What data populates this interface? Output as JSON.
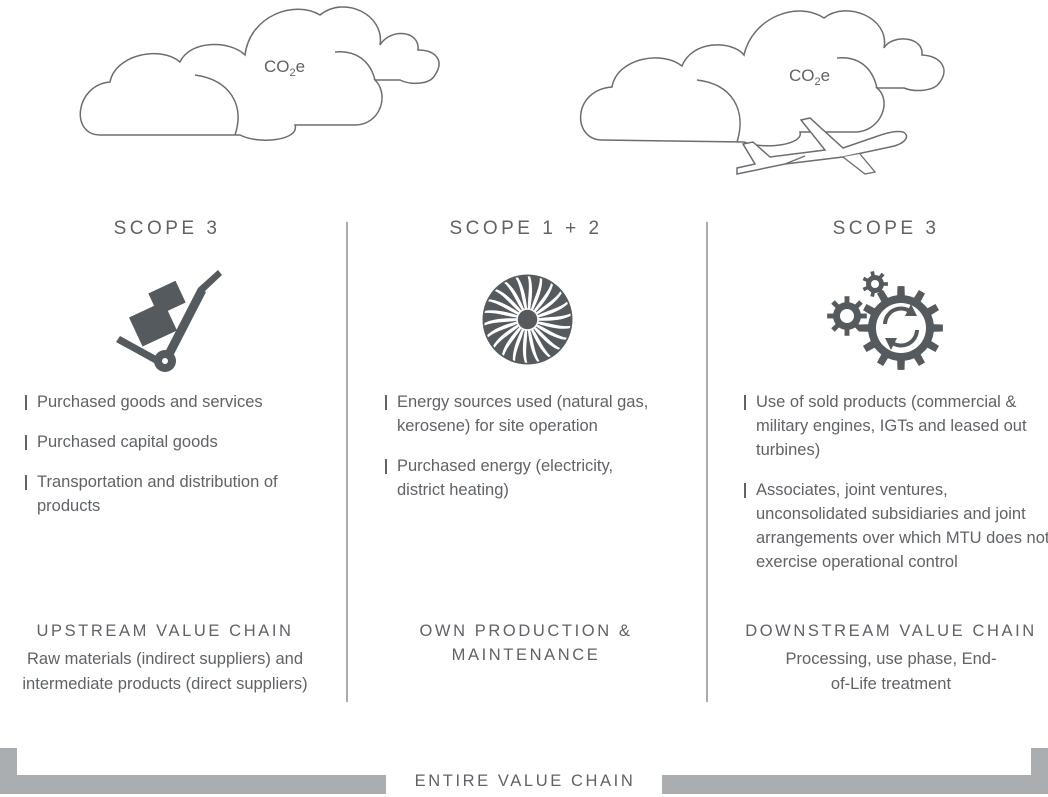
{
  "clouds": {
    "left_label": "CO2e",
    "right_label": "CO2e",
    "co2_main": "CO",
    "co2_sub": "2",
    "co2_tail": "e"
  },
  "columns": [
    {
      "scope": "SCOPE 3",
      "icon": "hand-truck-icon",
      "bullets": [
        "Purchased goods and services",
        "Purchased capital goods",
        "Transportation and distribution of products"
      ],
      "chain_title": "UPSTREAM VALUE CHAIN",
      "chain_desc": "Raw materials (indirect suppliers) and intermediate products (direct suppliers)"
    },
    {
      "scope": "SCOPE 1 + 2",
      "icon": "turbine-fan-icon",
      "bullets": [
        "Energy sources used (natural gas, kerosene) for site operation",
        "Purchased energy (electricity, district heating)"
      ],
      "chain_title": "OWN PRODUCTION & MAINTENANCE",
      "chain_desc": ""
    },
    {
      "scope": "SCOPE 3",
      "icon": "gears-cycle-icon",
      "bullets": [
        "Use of sold products (commercial & military engines, IGTs and leased out turbines)",
        "Associates, joint ventures, unconsolidated subsidiaries and joint arrangements over which MTU does not exercise operational control"
      ],
      "chain_title": "DOWNSTREAM VALUE CHAIN",
      "chain_desc": "Processing, use phase, End-of-Life treatment"
    }
  ],
  "footer": {
    "label": "ENTIRE VALUE CHAIN"
  },
  "colors": {
    "text": "#5f6367",
    "icon": "#555a5e",
    "bracket": "#aaaeb1",
    "divider": "#a9adb0"
  }
}
